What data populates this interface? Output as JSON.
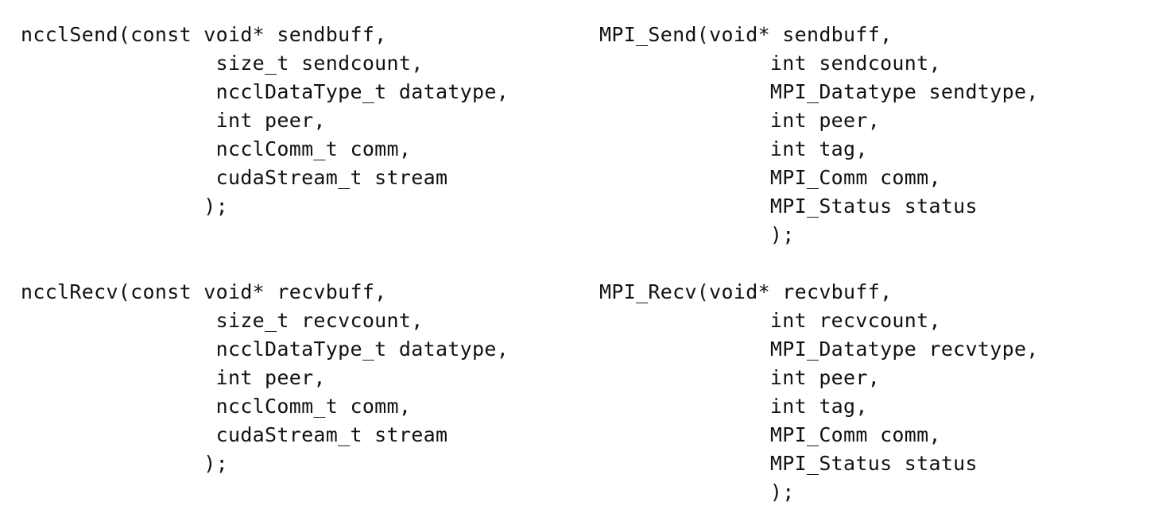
{
  "code": {
    "nccl_send": [
      "ncclSend(const void* sendbuff,",
      "                size_t sendcount,",
      "                ncclDataType_t datatype,",
      "                int peer,",
      "                ncclComm_t comm,",
      "                cudaStream_t stream",
      "               );"
    ],
    "mpi_send": [
      "MPI_Send(void* sendbuff,",
      "              int sendcount,",
      "              MPI_Datatype sendtype,",
      "              int peer,",
      "              int tag,",
      "              MPI_Comm comm,",
      "              MPI_Status status",
      "              );"
    ],
    "nccl_recv": [
      "ncclRecv(const void* recvbuff,",
      "                size_t recvcount,",
      "                ncclDataType_t datatype,",
      "                int peer,",
      "                ncclComm_t comm,",
      "                cudaStream_t stream",
      "               );"
    ],
    "mpi_recv": [
      "MPI_Recv(void* recvbuff,",
      "              int recvcount,",
      "              MPI_Datatype recvtype,",
      "              int peer,",
      "              int tag,",
      "              MPI_Comm comm,",
      "              MPI_Status status",
      "              );"
    ]
  }
}
